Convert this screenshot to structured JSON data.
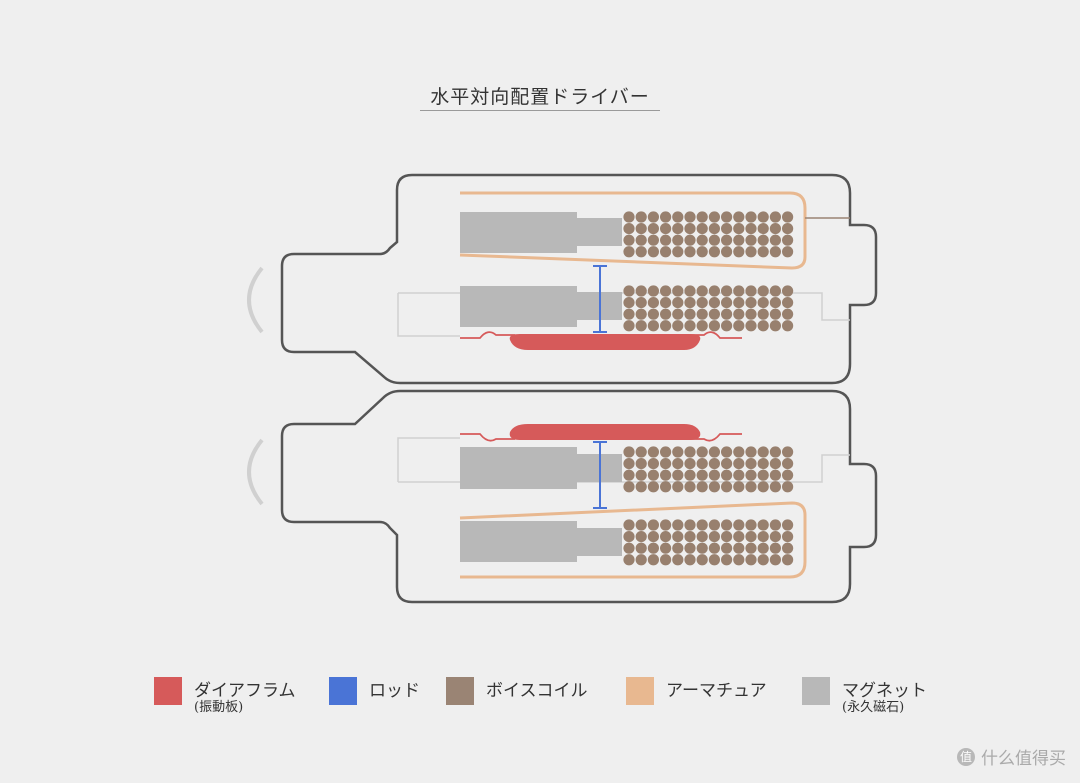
{
  "title": "水平対向配置ドライバー",
  "colors": {
    "diaphragm": "#d65a5a",
    "rod": "#4a74d6",
    "voice_coil": "#9a8474",
    "armature": "#e8b890",
    "magnet": "#b8b8b8",
    "housing": "#555555",
    "frame": "#d0d0d0",
    "coil_dot": "#98806e"
  },
  "legend": [
    {
      "key": "diaphragm",
      "label": "ダイアフラム",
      "sub": "(振動板)"
    },
    {
      "key": "rod",
      "label": "ロッド",
      "sub": ""
    },
    {
      "key": "voice_coil",
      "label": "ボイスコイル",
      "sub": ""
    },
    {
      "key": "armature",
      "label": "アーマチュア",
      "sub": ""
    },
    {
      "key": "magnet",
      "label": "マグネット",
      "sub": "(永久磁石)"
    }
  ],
  "watermark": {
    "icon": "值",
    "text": "什么值得买"
  }
}
